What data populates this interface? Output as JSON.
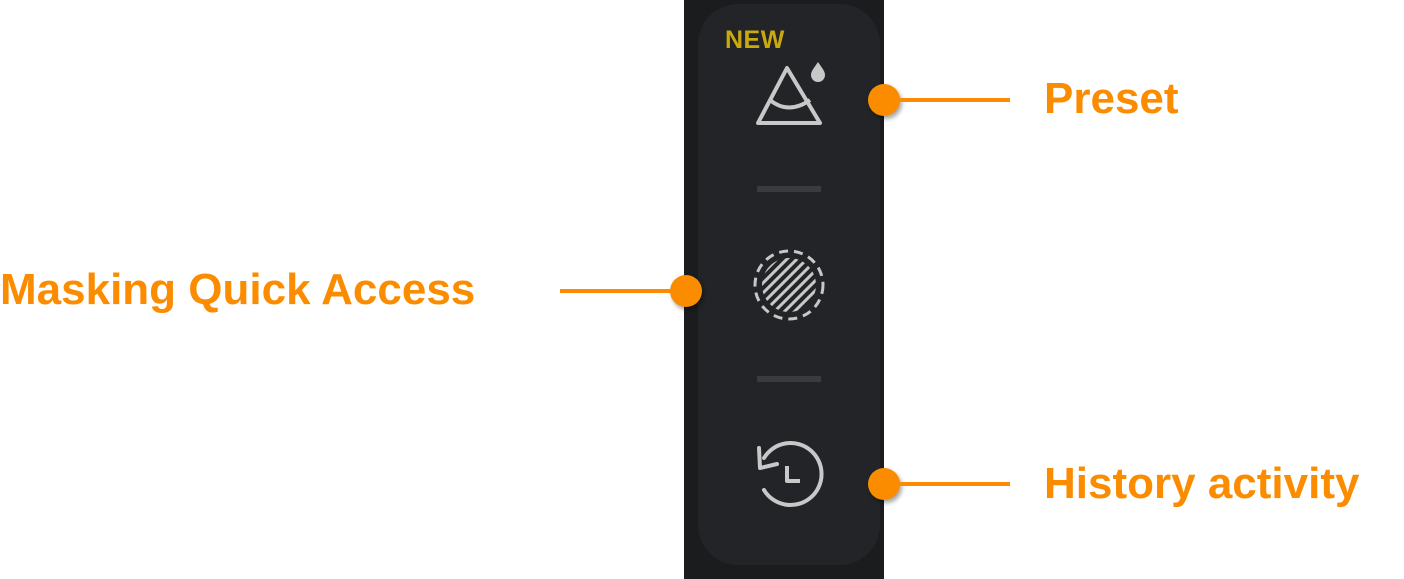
{
  "toolbar": {
    "badge": "NEW",
    "items": [
      {
        "name": "preset",
        "icon": "preset-icon"
      },
      {
        "name": "masking-quick-access",
        "icon": "masking-icon"
      },
      {
        "name": "history-activity",
        "icon": "history-icon"
      }
    ]
  },
  "annotations": {
    "preset": "Preset",
    "masking": "Masking Quick Access",
    "history": "History activity"
  },
  "colors": {
    "accent": "#fb8c00",
    "badge": "#c9a90e",
    "panel": "#222427"
  }
}
